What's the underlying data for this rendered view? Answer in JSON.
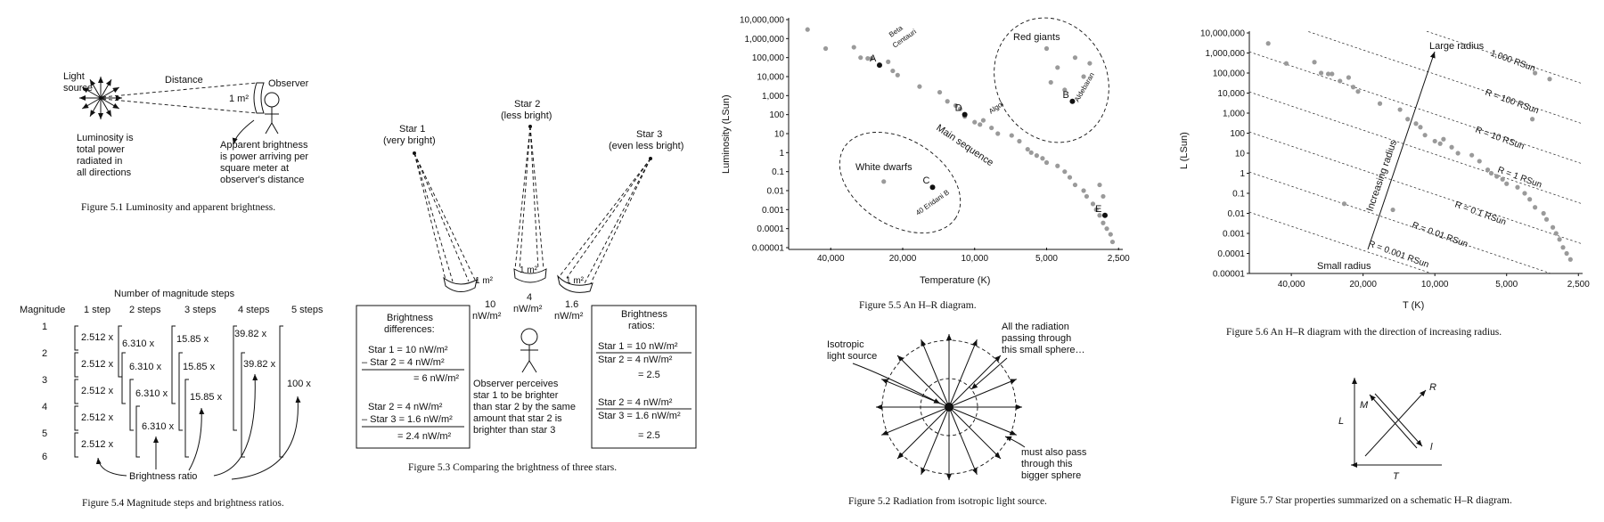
{
  "fig51": {
    "light_source": "Light source",
    "distance": "Distance",
    "observer": "Observer",
    "area": "1 m²",
    "luminosity_text": [
      "Luminosity is",
      "total power",
      "radiated in",
      "all directions"
    ],
    "brightness_text": [
      "Apparent brightness",
      "is power arriving per",
      "square meter at",
      "observer's distance"
    ],
    "caption": "Figure 5.1  Luminosity and apparent brightness."
  },
  "fig54": {
    "header": "Number of magnitude steps",
    "col_headers": [
      "Magnitude",
      "1 step",
      "2 steps",
      "3 steps",
      "4 steps",
      "5 steps"
    ],
    "magnitudes": [
      "1",
      "2",
      "3",
      "4",
      "5",
      "6"
    ],
    "one_step": "2.512 x",
    "two_step": "6.310 x",
    "three_step": "15.85 x",
    "four_step": "39.82 x",
    "five_step": "100 x",
    "ratio_label": "Brightness ratio",
    "caption": "Figure 5.4  Magnitude steps and brightness ratios."
  },
  "fig53": {
    "stars": [
      {
        "name": "Star 1",
        "desc": "(very bright)",
        "value": "10",
        "unit": "nW/m²"
      },
      {
        "name": "Star 2",
        "desc": "(less bright)",
        "value": "4",
        "unit": "nW/m²"
      },
      {
        "name": "Star 3",
        "desc": "(even less bright)",
        "value": "1.6",
        "unit": "nW/m²"
      }
    ],
    "area": "1 m²",
    "diff_title": [
      "Brightness",
      "differences:"
    ],
    "diff_lines": [
      "Star 1 = 10 nW/m²",
      "– Star 2 =   4 nW/m²",
      "= 6 nW/m²",
      "Star 2 =   4 nW/m²",
      "– Star 3 = 1.6 nW/m²",
      "= 2.4 nW/m²"
    ],
    "ratio_title": [
      "Brightness",
      "ratios:"
    ],
    "ratio_lines": [
      "Star 1 = 10 nW/m²",
      "Star 2 =   4 nW/m²",
      "= 2.5",
      "Star 2 =   4 nW/m²",
      "Star 3 = 1.6 nW/m²",
      "= 2.5"
    ],
    "observer_text": [
      "Observer perceives",
      "star 1 to be brighter",
      "than star 2 by the same",
      "amount that star 2 is",
      "brighter than star 3"
    ],
    "caption": "Figure 5.3  Comparing the brightness of three stars."
  },
  "fig55": {
    "caption": "Figure 5.5  An H–R diagram.",
    "regions": {
      "giants": "Red giants",
      "dwarfs": "White dwarfs",
      "main": "Main sequence"
    },
    "named_stars": [
      {
        "letter": "A",
        "name": "Beta Centauri"
      },
      {
        "letter": "B",
        "name": "Aldebaran"
      },
      {
        "letter": "C",
        "name": "40 Eridani B"
      },
      {
        "letter": "D",
        "name": "Algol"
      },
      {
        "letter": "E",
        "name": ""
      }
    ]
  },
  "fig52": {
    "source": [
      "Isotropic",
      "light source"
    ],
    "small": [
      "All the radiation",
      "passing through",
      "this small sphere…"
    ],
    "big": [
      "must also pass",
      "through this",
      "bigger sphere"
    ],
    "caption": "Figure 5.2  Radiation from isotropic light source."
  },
  "fig56": {
    "caption": "Figure 5.6  An H–R diagram with the direction of increasing radius.",
    "large": "Large radius",
    "small": "Small radius",
    "increasing": "Increasing radius",
    "radius_labels": [
      "1,000 RSun",
      "R = 100 RSun",
      "R = 10 RSun",
      "R = 1 RSun",
      "R = 0.1 RSun",
      "R = 0.01 RSun",
      "R = 0.001 RSun"
    ]
  },
  "fig57": {
    "caption": "Figure 5.7  Star properties summarized on a schematic H–R diagram.",
    "L": "L",
    "T": "T",
    "M": "M",
    "R": "R",
    "l": "l"
  },
  "chart_data": [
    {
      "type": "scatter",
      "title": "",
      "xlabel": "Temperature (K)",
      "ylabel": "Luminosity (LSun)",
      "x_ticks": [
        "40,000",
        "20,000",
        "10,000",
        "5,000",
        "2,500"
      ],
      "y_ticks": [
        "10,000,000",
        "1,000,000",
        "100,000",
        "10,000",
        "1,000",
        "100",
        "10",
        "1",
        "0.1",
        "0.01",
        "0.001",
        "0.0001",
        "0.00001"
      ],
      "x_scale": "log, reversed",
      "y_scale": "log",
      "xlim": [
        60000,
        2400
      ],
      "ylim": [
        1e-05,
        10000000
      ],
      "points": [
        [
          50000,
          3000000
        ],
        [
          42000,
          300000
        ],
        [
          32000,
          350000
        ],
        [
          30000,
          100000
        ],
        [
          28000,
          90000
        ],
        [
          27000,
          90000
        ],
        [
          25000,
          40000
        ],
        [
          23000,
          60000
        ],
        [
          22000,
          20000
        ],
        [
          21000,
          12000
        ],
        [
          17000,
          3000
        ],
        [
          14000,
          1500
        ],
        [
          13000,
          500
        ],
        [
          12000,
          300
        ],
        [
          11500,
          200
        ],
        [
          11000,
          80
        ],
        [
          10000,
          40
        ],
        [
          9500,
          30
        ],
        [
          9200,
          50
        ],
        [
          8500,
          20
        ],
        [
          8000,
          10
        ],
        [
          7000,
          8
        ],
        [
          6500,
          4
        ],
        [
          6000,
          1.5
        ],
        [
          5800,
          1
        ],
        [
          5500,
          0.7
        ],
        [
          5200,
          0.5
        ],
        [
          5000,
          0.3
        ],
        [
          4500,
          0.2
        ],
        [
          4200,
          0.1
        ],
        [
          4000,
          0.05
        ],
        [
          3800,
          0.02
        ],
        [
          3500,
          0.01
        ],
        [
          3400,
          0.005
        ],
        [
          3200,
          0.002
        ],
        [
          3100,
          0.001
        ],
        [
          3000,
          0.0005
        ],
        [
          2900,
          0.0002
        ],
        [
          2800,
          0.0001
        ],
        [
          2700,
          5e-05
        ],
        [
          2650,
          2e-05
        ],
        [
          3000,
          0.02
        ],
        [
          2900,
          0.005
        ],
        [
          5000,
          300000
        ],
        [
          3800,
          100000
        ],
        [
          4500,
          30000
        ],
        [
          3500,
          10000
        ],
        [
          3300,
          50000
        ],
        [
          4200,
          2000
        ],
        [
          4800,
          5000
        ],
        [
          24000,
          0.03
        ]
      ],
      "highlighted": [
        {
          "label": "A",
          "x": 25000,
          "y": 40000
        },
        {
          "label": "B",
          "x": 3900,
          "y": 500
        },
        {
          "label": "C",
          "x": 15000,
          "y": 0.015
        },
        {
          "label": "D",
          "x": 11000,
          "y": 100
        },
        {
          "label": "E",
          "x": 2850,
          "y": 0.0005
        }
      ]
    },
    {
      "type": "scatter",
      "title": "",
      "xlabel": "T (K)",
      "ylabel": "L (LSun)",
      "x_ticks": [
        "40,000",
        "20,000",
        "10,000",
        "5,000",
        "2,500"
      ],
      "y_ticks": [
        "10,000,000",
        "1,000,000",
        "100,000",
        "10,000",
        "1,000",
        "100",
        "10",
        "1",
        "0.1",
        "0.01",
        "0.001",
        "0.0001",
        "0.00001"
      ],
      "x_scale": "log, reversed",
      "y_scale": "log",
      "xlim": [
        60000,
        2400
      ],
      "ylim": [
        1e-05,
        10000000
      ],
      "radius_lines_rsun": [
        1000,
        100,
        10,
        1,
        0.1,
        0.01,
        0.001
      ],
      "points": [
        [
          50000,
          3000000
        ],
        [
          42000,
          300000
        ],
        [
          32000,
          350000
        ],
        [
          30000,
          100000
        ],
        [
          28000,
          90000
        ],
        [
          27000,
          90000
        ],
        [
          25000,
          40000
        ],
        [
          23000,
          60000
        ],
        [
          22000,
          20000
        ],
        [
          21000,
          12000
        ],
        [
          17000,
          3000
        ],
        [
          14000,
          1500
        ],
        [
          13000,
          500
        ],
        [
          12000,
          300
        ],
        [
          11500,
          200
        ],
        [
          11000,
          80
        ],
        [
          10000,
          40
        ],
        [
          9500,
          30
        ],
        [
          9200,
          50
        ],
        [
          8500,
          20
        ],
        [
          8000,
          10
        ],
        [
          7000,
          8
        ],
        [
          6500,
          4
        ],
        [
          6000,
          1.5
        ],
        [
          5800,
          1
        ],
        [
          5500,
          0.7
        ],
        [
          5200,
          0.5
        ],
        [
          5000,
          0.3
        ],
        [
          4500,
          0.2
        ],
        [
          4200,
          0.1
        ],
        [
          4000,
          0.05
        ],
        [
          3800,
          0.02
        ],
        [
          3500,
          0.01
        ],
        [
          3400,
          0.005
        ],
        [
          3200,
          0.002
        ],
        [
          3100,
          0.001
        ],
        [
          3000,
          0.0005
        ],
        [
          2900,
          0.0002
        ],
        [
          2800,
          0.0001
        ],
        [
          2700,
          5e-05
        ],
        [
          3300,
          50000
        ],
        [
          3800,
          100000
        ],
        [
          3900,
          500
        ],
        [
          24000,
          0.03
        ],
        [
          15000,
          0.015
        ]
      ]
    }
  ]
}
